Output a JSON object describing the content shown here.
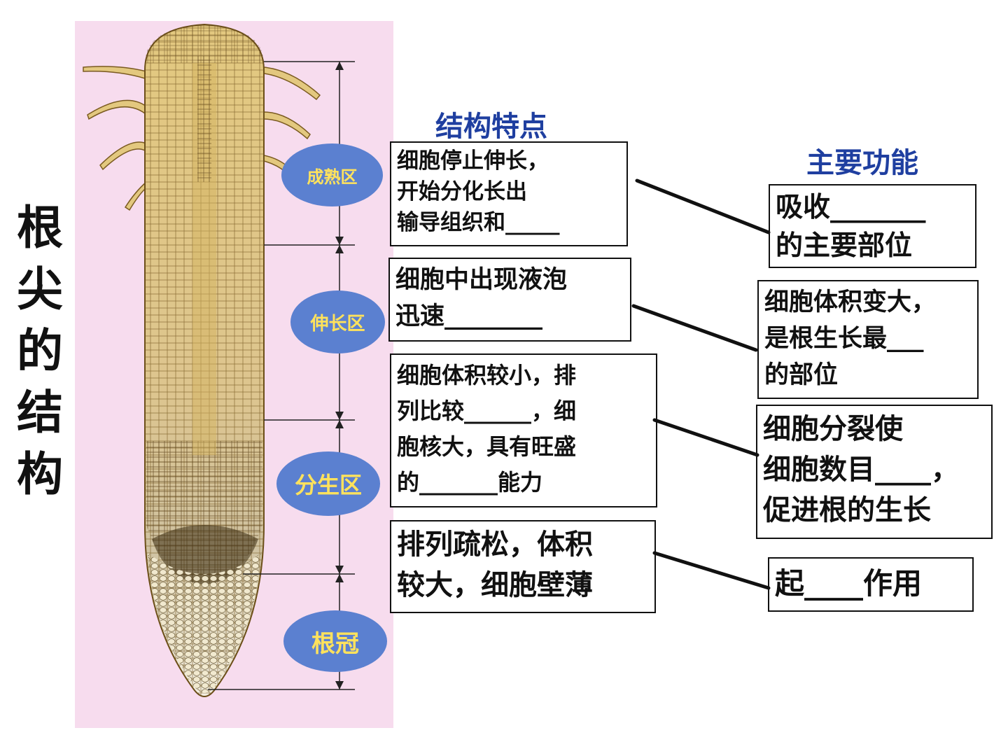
{
  "title": "根\n尖\n的\n结\n构",
  "headings": {
    "structure": "结构特点",
    "function": "主要功能"
  },
  "zones": {
    "maturation": "成熟区",
    "elongation": "伸长区",
    "meristem": "分生区",
    "rootcap": "根冠"
  },
  "structure_boxes": {
    "maturation": "细胞停止伸长，\n开始分化长出\n输导组织和_____",
    "elongation": "细胞中出现液泡\n  迅速________",
    "meristem": "细胞体积较小，排\n列比较______，细\n胞核大，具有旺盛\n的_______能力",
    "rootcap": "排列疏松，体积\n较大，细胞壁薄"
  },
  "function_boxes": {
    "maturation": "吸收_______\n的主要部位",
    "elongation": "细胞体积变大，\n是根生长最___\n的部位",
    "meristem": "细胞分裂使\n细胞数目____，\n促进根的生长",
    "rootcap": "起____作用"
  },
  "colors": {
    "panel": "#f7dcee",
    "root": "#e8cf8a",
    "zone_fill": "#5b80d0",
    "zone_text": "#ffe25c",
    "heading": "#1f3fa0"
  }
}
